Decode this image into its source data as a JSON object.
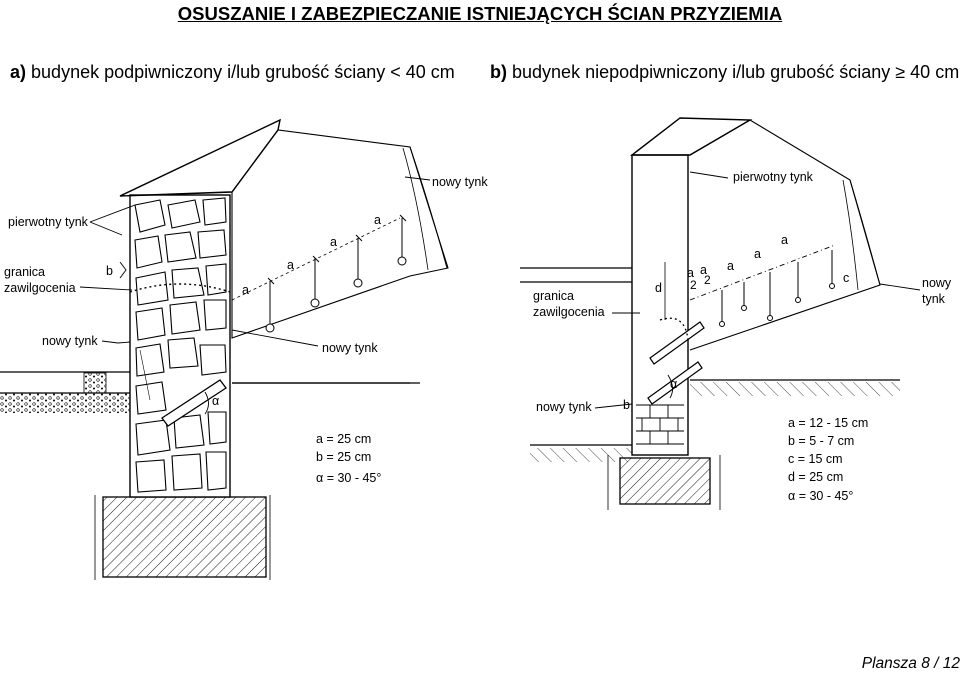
{
  "title": "OSUSZANIE I ZABEZPIECZANIE ISTNIEJĄCYCH ŚCIAN PRZYZIEMIA",
  "panel_a": {
    "heading_letter": "a)",
    "heading_text": "budynek podpiwniczony i/lub grubość ściany < 40 cm",
    "labels": {
      "nowy_tynk_top": "nowy tynk",
      "pierwotny_tynk": "pierwotny tynk",
      "granica_line1": "granica",
      "granica_line2": "zawilgocenia",
      "b": "b",
      "a": "a",
      "nowy_tynk_left": "nowy tynk",
      "nowy_tynk_mid": "nowy tynk",
      "alpha": "α"
    },
    "legend": [
      "a = 25 cm",
      "b = 25 cm",
      "α = 30 - 45°"
    ]
  },
  "panel_b": {
    "heading_letter": "b)",
    "heading_text_pre": "budynek niepodpiwniczony i/lub grubość ściany",
    "heading_symbol": "≥",
    "heading_text_post": "40 cm",
    "labels": {
      "pierwotny_tynk": "pierwotny tynk",
      "nowy_tynk_r1": "nowy",
      "nowy_tynk_r2": "tynk",
      "granica_line1": "granica",
      "granica_line2": "zawilgocenia",
      "nowy_tynk_bottom": "nowy tynk",
      "a": "a",
      "a_half": "2",
      "c": "c",
      "d": "d",
      "b": "b",
      "alpha": "α"
    },
    "legend": [
      "a = 12 - 15 cm",
      "b = 5 - 7 cm",
      "c = 15 cm",
      "d = 25 cm",
      "α = 30 - 45°"
    ]
  },
  "footer": "Plansza 8 / 12"
}
